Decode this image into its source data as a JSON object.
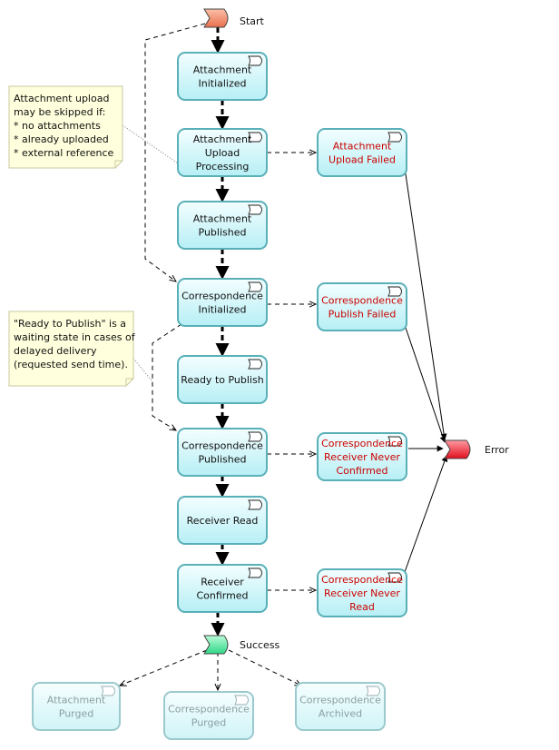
{
  "start_label": "Start",
  "success_label": "Success",
  "error_label": "Error",
  "states": [
    {
      "id": "attachment-initialized",
      "lines": [
        "Attachment",
        "Initialized"
      ],
      "kind": "main"
    },
    {
      "id": "attachment-upload-processing",
      "lines": [
        "Attachment",
        "Upload",
        "Processing"
      ],
      "kind": "main"
    },
    {
      "id": "attachment-published",
      "lines": [
        "Attachment",
        "Published"
      ],
      "kind": "main"
    },
    {
      "id": "correspondence-initialized",
      "lines": [
        "Correspondence",
        "Initialized"
      ],
      "kind": "main"
    },
    {
      "id": "ready-to-publish",
      "lines": [
        "Ready to Publish"
      ],
      "kind": "main"
    },
    {
      "id": "correspondence-published",
      "lines": [
        "Correspondence",
        "Published"
      ],
      "kind": "main"
    },
    {
      "id": "receiver-read",
      "lines": [
        "Receiver Read"
      ],
      "kind": "main"
    },
    {
      "id": "receiver-confirmed",
      "lines": [
        "Receiver",
        "Confirmed"
      ],
      "kind": "main"
    },
    {
      "id": "attachment-upload-failed",
      "lines": [
        "Attachment",
        "Upload Failed"
      ],
      "kind": "error"
    },
    {
      "id": "correspondence-publish-failed",
      "lines": [
        "Correspondence",
        "Publish Failed"
      ],
      "kind": "error"
    },
    {
      "id": "correspondence-receiver-never-confirmed",
      "lines": [
        "Correspondence",
        "Receiver Never",
        "Confirmed"
      ],
      "kind": "error"
    },
    {
      "id": "correspondence-receiver-never-read",
      "lines": [
        "Correspondence",
        "Receiver Never",
        "Read"
      ],
      "kind": "error"
    },
    {
      "id": "attachment-purged",
      "lines": [
        "Attachment",
        "Purged"
      ],
      "kind": "faded"
    },
    {
      "id": "correspondence-purged",
      "lines": [
        "Correspondence",
        "Purged"
      ],
      "kind": "faded"
    },
    {
      "id": "correspondence-archived",
      "lines": [
        "Correspondence",
        "Archived"
      ],
      "kind": "faded"
    }
  ],
  "notes": [
    {
      "id": "skip-note",
      "lines": [
        "Attachment upload",
        "may be skipped if:",
        "* no attachments",
        "* already uploaded",
        "* external reference"
      ]
    },
    {
      "id": "ready-note",
      "lines": [
        "\"Ready to Publish\" is a",
        "waiting state in cases of",
        "delayed delivery",
        "(requested send time)."
      ]
    }
  ],
  "colors": {
    "state_fill": "#dffafd",
    "state_fill_dark": "#aeeef4",
    "state_border": "#5ab0b8",
    "error_text": "#cc0000",
    "faded_text": "#8a9ea2",
    "faded_border": "#9cc9cd",
    "note_fill": "#ffffdd",
    "note_border": "#c8c8a0",
    "start_fill": "#f08a6e",
    "success_fill": "#66e8a8",
    "error_fill": "#ee3344"
  }
}
